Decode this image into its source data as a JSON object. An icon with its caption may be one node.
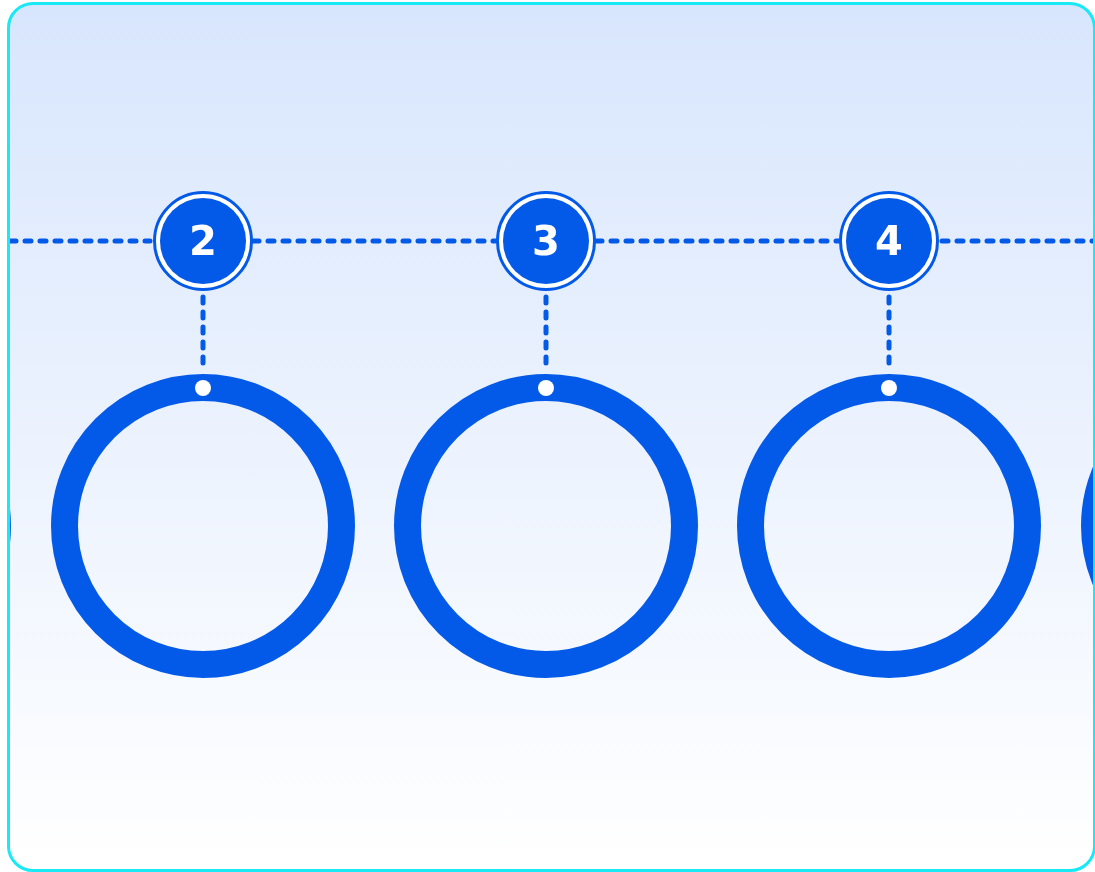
{
  "diagram": {
    "nodes": [
      {
        "text": [
          "2"
        ]
      },
      {
        "text": [
          "3"
        ]
      },
      {
        "text": [
          "4"
        ]
      },
      {
        "text": [],
        "shape": "circle"
      },
      {
        "text": [],
        "shape": "circle"
      },
      {
        "text": [],
        "shape": "circle"
      },
      {
        "text": [],
        "shape": "circle"
      },
      {
        "text": [],
        "shape": "circle"
      }
    ],
    "edges": [
      {
        "from": null,
        "to": 0,
        "arrow": "none",
        "style": "dashed"
      },
      {
        "from": 0,
        "to": 1,
        "arrow": "none",
        "style": "dashed"
      },
      {
        "from": 1,
        "to": 2,
        "arrow": "none",
        "style": "dashed"
      },
      {
        "from": 2,
        "to": null,
        "arrow": "none",
        "style": "dashed"
      },
      {
        "from": 0,
        "to": 4,
        "arrow": "none",
        "style": "dashed"
      },
      {
        "from": 1,
        "to": 5,
        "arrow": "none",
        "style": "dashed"
      },
      {
        "from": 2,
        "to": 6,
        "arrow": "none",
        "style": "dashed"
      }
    ]
  }
}
